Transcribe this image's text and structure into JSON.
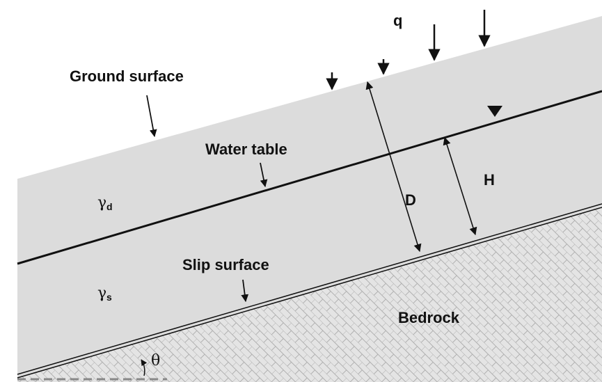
{
  "labels": {
    "q": "q",
    "ground_surface": "Ground surface",
    "water_table": "Water table",
    "slip_surface": "Slip surface",
    "bedrock": "Bedrock",
    "D": "D",
    "H": "H",
    "theta": "θ",
    "gamma_d": "γ",
    "gamma_d_sub": "d",
    "gamma_s": "γ",
    "gamma_s_sub": "s"
  },
  "colors": {
    "soil_fill": "#dcdcdc",
    "bedrock_fill": "#e2e2e2",
    "bedrock_hatch": "#b4b4b4",
    "line": "#111111",
    "datum": "#888888"
  }
}
